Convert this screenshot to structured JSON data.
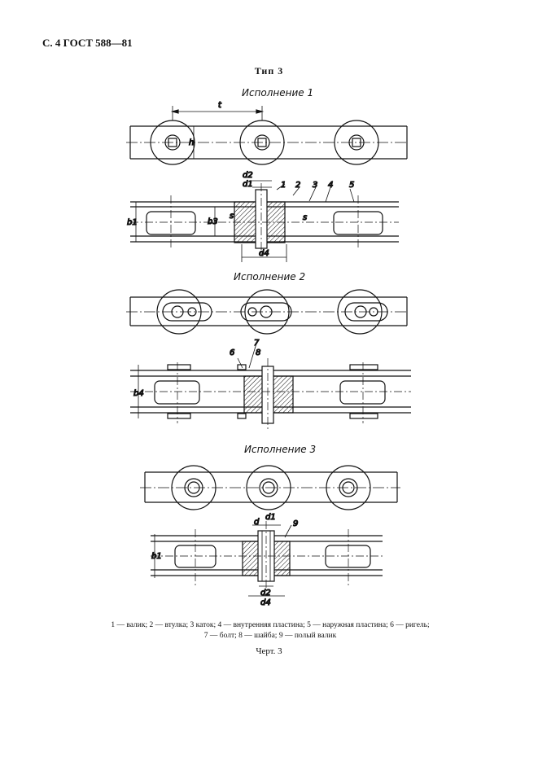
{
  "header": "С. 4 ГОСТ 588—81",
  "type_title": "Тип 3",
  "variants": [
    "Исполнение 1",
    "Исполнение 2",
    "Исполнение 3"
  ],
  "dim_labels": {
    "t": "t",
    "h": "h",
    "b1": "b1",
    "b3": "b3",
    "b4": "b4",
    "d": "d",
    "d1": "d1",
    "d2": "d2",
    "d4": "d4",
    "s": "s"
  },
  "part_numbers": [
    "1",
    "2",
    "3",
    "4",
    "5",
    "6",
    "7",
    "8",
    "9"
  ],
  "caption_line1": "1 — валик; 2 — втулка; 3 каток; 4 — внутренняя пластина; 5 — наружная пластина; 6 — ригель;",
  "caption_line2": "7 — болт; 8 — шайба; 9 — полый валик",
  "figure_label": "Черт. 3"
}
